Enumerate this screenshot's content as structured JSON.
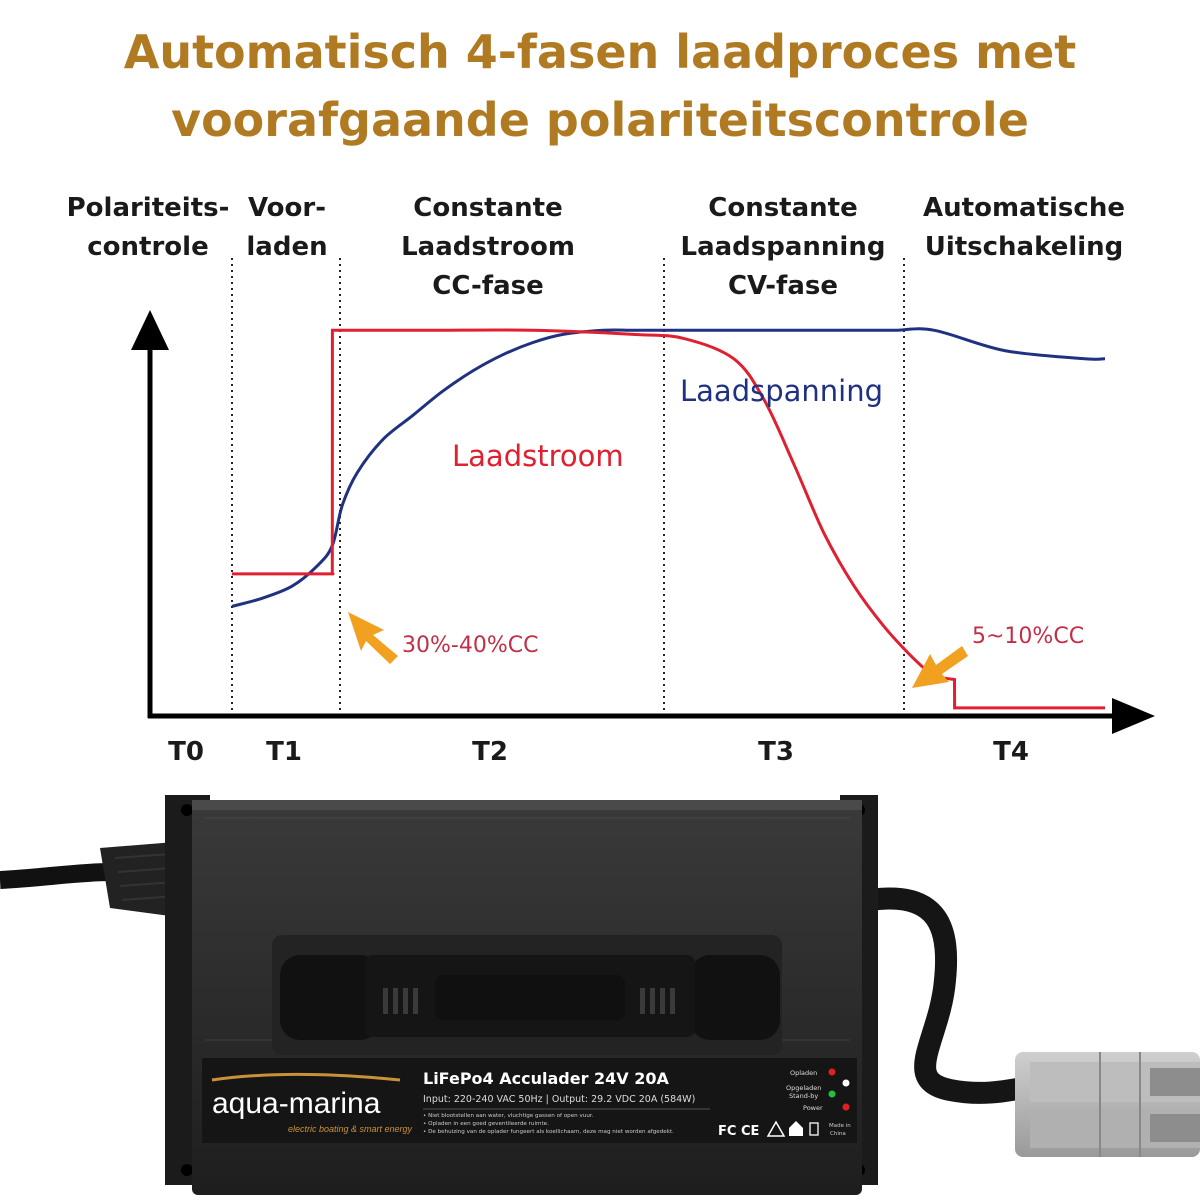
{
  "title_line1": "Automatisch 4-fasen laadproces met",
  "title_line2": "voorafgaande polariteitscontrole",
  "chart_data": {
    "type": "line",
    "title": "Automatisch 4-fasen laadproces met voorafgaande polariteitscontrole",
    "phases": [
      {
        "lines": [
          "Polariteits-",
          "controle"
        ]
      },
      {
        "lines": [
          "Voor-",
          "laden"
        ]
      },
      {
        "lines": [
          "Constante",
          "Laadstroom",
          "CC-fase"
        ]
      },
      {
        "lines": [
          "Constante",
          "Laadspanning",
          "CV-fase"
        ]
      },
      {
        "lines": [
          "Automatische",
          "Uitschakeling"
        ]
      }
    ],
    "x_ticks": [
      "T0",
      "T1",
      "T2",
      "T3",
      "T4"
    ],
    "series": [
      {
        "name": "Laadspanning",
        "color": "#1f3180",
        "x": [
          0.0,
          0.3,
          0.6,
          0.85,
          1.0,
          1.1,
          1.25,
          1.5,
          1.8,
          2.1,
          2.4,
          2.7,
          3.0,
          3.3,
          3.7,
          4.0,
          4.3,
          4.6,
          5.0,
          5.8,
          6.2,
          6.6,
          7.0,
          7.7,
          8.5,
          8.7
        ],
        "values": [
          27,
          29,
          32,
          37,
          42,
          52,
          60,
          68,
          74,
          80,
          85,
          89,
          92,
          94,
          95,
          95,
          95,
          95,
          95,
          95,
          95,
          95,
          95,
          90,
          88,
          88
        ]
      },
      {
        "name": "Laadstroom",
        "color": "#e02030",
        "x": [
          0.0,
          0.9,
          1.0,
          1.001,
          1.3,
          2.0,
          3.0,
          4.0,
          4.5,
          5.0,
          5.3,
          5.6,
          5.9,
          6.2,
          6.5,
          6.8,
          7.0,
          7.2,
          7.201,
          8.5,
          8.7
        ],
        "values": [
          35,
          35,
          35,
          95,
          95,
          95,
          95,
          94,
          93,
          88,
          78,
          62,
          45,
          32,
          22,
          14,
          10,
          9,
          2,
          2,
          2
        ]
      }
    ],
    "phase_boundaries": [
      0.9,
      1.9,
      4.9,
      7.2
    ],
    "annotations": [
      "30%-40%CC",
      "5~10%CC"
    ],
    "xlim": [
      0,
      8.7
    ],
    "ylim": [
      0,
      100
    ],
    "grid": false,
    "legend": "none"
  },
  "product": {
    "name": "LiFePo4 Acculader 24V 20A",
    "specs": "Input: 220-240 VAC 50Hz | Output: 29.2 VDC 20A (584W)",
    "brand": "aqua-marina",
    "tagline": "electric boating & smart energy",
    "warnings": [
      "• Niet blootstellen aan water, vluchtige gassen of open vuur.",
      "• Opladen in een goed geventileerde ruimte.",
      "• De behuizing van de oplader fungeert als koellichaam, deze mag niet worden afgedekt."
    ],
    "leds": [
      "Opladen",
      "Opgeladen",
      "Stand-by",
      "Power"
    ],
    "certs": "FC CE",
    "made_in": [
      "Made in",
      "China"
    ]
  },
  "colors": {
    "title": "#b07a22",
    "arrow": "#f2a020",
    "voltage": "#1f3180",
    "current": "#e02030"
  }
}
